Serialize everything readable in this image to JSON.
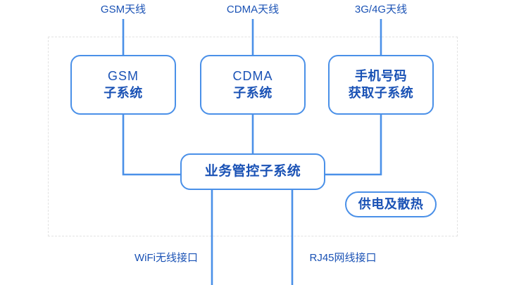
{
  "diagram": {
    "title": "",
    "colors": {
      "wire": "#4a90e8",
      "box_border": "#4a90e8",
      "text": "#1a52b5",
      "enclosure_dash": "#e2e2e2",
      "background": "#ffffff"
    },
    "enclosure": {
      "label": ""
    },
    "nodes": [
      {
        "id": "gsm",
        "line1": "GSM",
        "line2": "子系统"
      },
      {
        "id": "cdma",
        "line1": "CDMA",
        "line2": "子系统"
      },
      {
        "id": "phone",
        "line1": "手机号码",
        "line2": "获取子系统"
      },
      {
        "id": "core",
        "line1": "业务管控子系统",
        "line2": ""
      },
      {
        "id": "power",
        "line1": "供电及散热",
        "line2": ""
      }
    ],
    "ports": [
      {
        "id": "gsm-antenna",
        "label": "GSM天线"
      },
      {
        "id": "cdma-antenna",
        "label": "CDMA天线"
      },
      {
        "id": "3g4g-antenna",
        "label": "3G/4G天线"
      },
      {
        "id": "wifi",
        "label": "WiFi无线接口"
      },
      {
        "id": "rj45",
        "label": "RJ45网线接口"
      }
    ]
  }
}
